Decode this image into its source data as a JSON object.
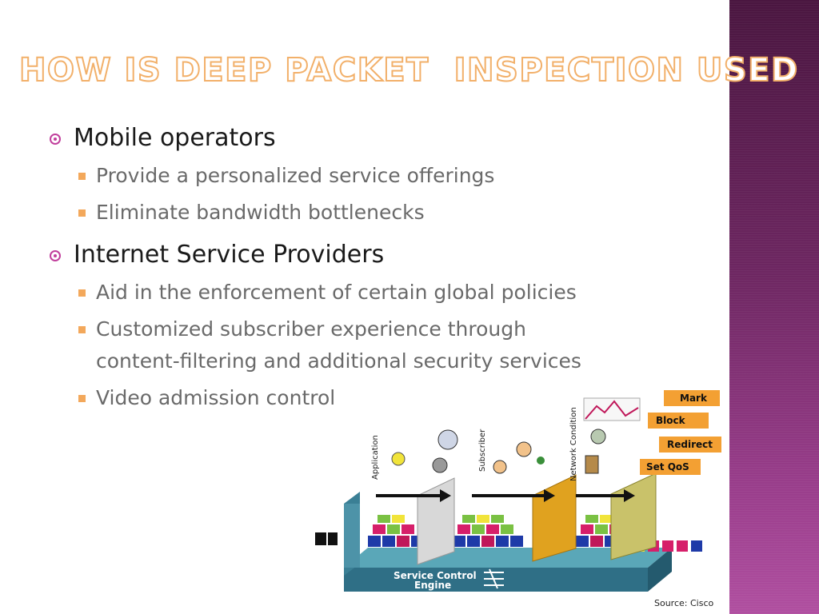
{
  "title": "How is Deep Packet  Inspection used",
  "bullets": [
    {
      "text": "Mobile operators",
      "children": [
        "Provide a personalized service offerings",
        "Eliminate bandwidth bottlenecks"
      ]
    },
    {
      "text": "Internet Service Providers",
      "children": [
        "Aid in the enforcement of certain global policies",
        "Customized subscriber experience through",
        "content-filtering and additional security services",
        "Video admission control"
      ]
    }
  ],
  "figure": {
    "actions": [
      "Mark",
      "Block",
      "Redirect",
      "Set QoS"
    ],
    "stage_labels": [
      "Application",
      "Subscriber",
      "Network Condition"
    ],
    "engine_label_line1": "Service Control",
    "engine_label_line2": "Engine"
  },
  "source": "Source: Cisco",
  "colors": {
    "title_outline": "#f2b06a",
    "bullet_marker": "#c13f9c",
    "sub_bullet_marker": "#f3a85b",
    "side_band": "#6e2762"
  }
}
